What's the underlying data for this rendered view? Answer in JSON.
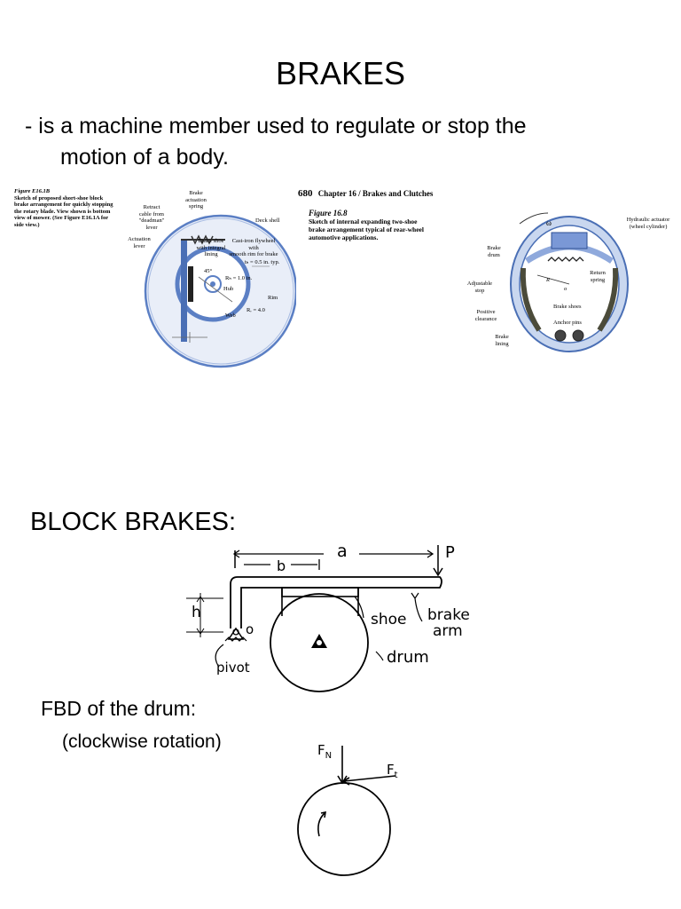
{
  "slide": {
    "title": "BRAKES",
    "definition_line1": "- is a machine member used to regulate or stop the",
    "definition_line2": "motion of a body.",
    "section_heading": "BLOCK BRAKES:",
    "fbd_heading": "FBD of the drum:",
    "fbd_note": "(clockwise rotation)"
  },
  "figure_left": {
    "id": "Figure E16.1B",
    "caption": [
      "Sketch of proposed short-shoe block",
      "brake arrangement for quickly stopping",
      "the rotary blade. View shown is bottom",
      "view of mower. (See Figure E16.1A for",
      "side view.)"
    ],
    "labels": {
      "brake_spring": [
        "Brake",
        "actuation",
        "spring"
      ],
      "retract_cable": [
        "Retract",
        "cable from",
        "\"deadman\"",
        "lever"
      ],
      "deck_shell": "Deck shell",
      "actuation_lever": [
        "Actuation",
        "lever"
      ],
      "brake_shoe": [
        "Brake shoe",
        "with integral",
        "lining"
      ],
      "flywheel": [
        "Cast-iron flywheel with",
        "smooth rim for brake"
      ],
      "thickness": "tₕ = 0.5 in. typ.",
      "angle": "45°",
      "hub_radius": "Rₕ = 1.0 in.",
      "hub": "Hub",
      "rim": "Rim",
      "rim_radius": "Rᵣ = 4.0",
      "web": "Web"
    }
  },
  "figure_right": {
    "page_number": "680",
    "running_head": "Chapter 16 / Brakes and Clutches",
    "id": "Figure 16.8",
    "caption": [
      "Sketch of internal expanding two-shoe",
      "brake arrangement typical of rear-wheel",
      "automotive applications."
    ],
    "labels": {
      "hydraulic": [
        "Hydraulic actuator",
        "(wheel cylinder)"
      ],
      "brake_drum": [
        "Brake",
        "drum"
      ],
      "adjustable_stop": [
        "Adjustable",
        "stop"
      ],
      "return_spring": [
        "Return",
        "spring"
      ],
      "brake_shoes": "Brake shoes",
      "positive_clearance": [
        "Positive",
        "clearance"
      ],
      "anchor_pins": "Anchor pins",
      "brake_lining": [
        "Brake",
        "lining"
      ],
      "omega": "ω",
      "radius": "R",
      "center": "o"
    }
  },
  "block_brake_diagram": {
    "a": "a",
    "b": "b",
    "p": "P",
    "h": "h",
    "o": "o",
    "shoe": "shoe",
    "brake_arm": [
      "brake",
      "arm"
    ],
    "pivot": "pivot",
    "drum": "drum"
  },
  "fbd_diagram": {
    "fn": "F",
    "fn_sub": "N",
    "ft": "F",
    "ft_sub": "t"
  }
}
